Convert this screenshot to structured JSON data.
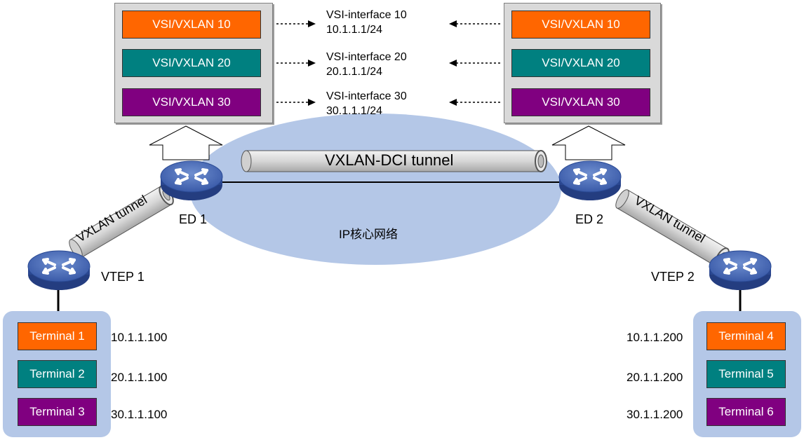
{
  "colors": {
    "vxlan10": "#ff6600",
    "vxlan20": "#008080",
    "vxlan30": "#800080",
    "terminal_panel": "#b4c7e7",
    "ip_core": "#b4c7e7"
  },
  "vsi_boxes": [
    "VSI/VXLAN 10",
    "VSI/VXLAN 20",
    "VSI/VXLAN 30"
  ],
  "vsi_interfaces": [
    {
      "name": "VSI-interface 10",
      "ip": "10.1.1.1/24"
    },
    {
      "name": "VSI-interface 20",
      "ip": "20.1.1.1/24"
    },
    {
      "name": "VSI-interface 30",
      "ip": "30.1.1.1/24"
    }
  ],
  "core": {
    "label": "IP核心网络",
    "dci_tunnel": "VXLAN-DCI tunnel"
  },
  "devices": {
    "ed1": "ED 1",
    "ed2": "ED 2",
    "vtep1": "VTEP 1",
    "vtep2": "VTEP 2"
  },
  "tunnels": {
    "left": "VXLAN tunnel",
    "right": "VXLAN tunnel"
  },
  "terminals_left": [
    {
      "name": "Terminal 1",
      "ip": "10.1.1.100"
    },
    {
      "name": "Terminal 2",
      "ip": "20.1.1.100"
    },
    {
      "name": "Terminal 3",
      "ip": "30.1.1.100"
    }
  ],
  "terminals_right": [
    {
      "name": "Terminal 4",
      "ip": "10.1.1.200"
    },
    {
      "name": "Terminal 5",
      "ip": "20.1.1.200"
    },
    {
      "name": "Terminal 6",
      "ip": "30.1.1.200"
    }
  ]
}
